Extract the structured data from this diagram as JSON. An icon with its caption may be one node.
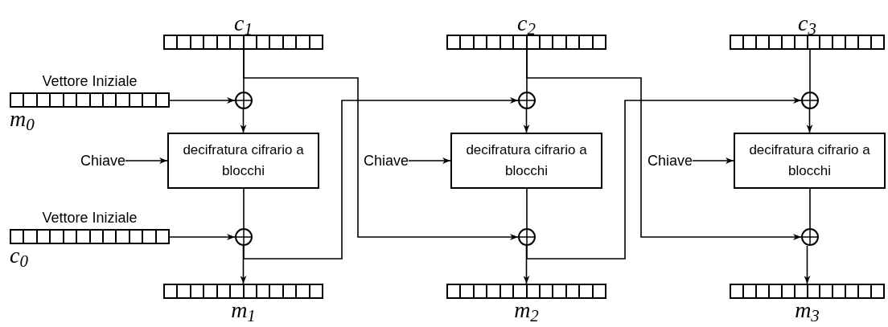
{
  "diagram": {
    "nodes": [
      {
        "text": [
          "c$_{1}$"
        ]
      },
      {
        "text": [
          "Vettore Iniziale",
          "m$_{0}$"
        ]
      },
      {
        "text": [],
        "shape": "circle"
      },
      {
        "text": [
          "Chiave"
        ]
      },
      {
        "text": [
          "decifratura cifrario a blocchi"
        ]
      },
      {
        "text": [
          "Vettore Iniziale",
          "c$_{0}$"
        ]
      },
      {
        "text": [],
        "shape": "circle"
      },
      {
        "text": [
          "m$_{1}$"
        ]
      },
      {
        "text": [
          "c$_{2}$"
        ]
      },
      {
        "text": [],
        "shape": "circle"
      },
      {
        "text": [
          "Chiave"
        ]
      },
      {
        "text": [
          "decifratura cifrario a blocchi"
        ]
      },
      {
        "text": [],
        "shape": "circle"
      },
      {
        "text": [
          "m$_{2}$"
        ]
      },
      {
        "text": [
          "c$_{3}$"
        ]
      },
      {
        "text": [],
        "shape": "circle"
      },
      {
        "text": [
          "Chiave"
        ]
      },
      {
        "text": [
          "decifratura cifrario a blocchi"
        ]
      },
      {
        "text": [],
        "shape": "circle"
      },
      {
        "text": [
          "m$_{3}$"
        ]
      }
    ],
    "edges": [
      {
        "from": 0,
        "to": 2,
        "arrow": "none"
      },
      {
        "from": 0,
        "to": 12,
        "arrow": "to"
      },
      {
        "from": 1,
        "to": 2,
        "arrow": "to"
      },
      {
        "from": 2,
        "to": 4,
        "arrow": "to"
      },
      {
        "from": 3,
        "to": 4,
        "arrow": "to"
      },
      {
        "from": 4,
        "to": 6,
        "arrow": "none"
      },
      {
        "from": 5,
        "to": 6,
        "arrow": "to"
      },
      {
        "from": 6,
        "to": 7,
        "arrow": "to"
      },
      {
        "from": 6,
        "to": 9,
        "arrow": "to"
      },
      {
        "from": 8,
        "to": 9,
        "arrow": "none"
      },
      {
        "from": 8,
        "to": 18,
        "arrow": "to"
      },
      {
        "from": 9,
        "to": 11,
        "arrow": "to"
      },
      {
        "from": 10,
        "to": 11,
        "arrow": "to"
      },
      {
        "from": 11,
        "to": 12,
        "arrow": "none"
      },
      {
        "from": 12,
        "to": 13,
        "arrow": "to"
      },
      {
        "from": 12,
        "to": 15,
        "arrow": "to"
      },
      {
        "from": 14,
        "to": 15,
        "arrow": "none"
      },
      {
        "from": 15,
        "to": 17,
        "arrow": "to"
      },
      {
        "from": 16,
        "to": 17,
        "arrow": "to"
      },
      {
        "from": 17,
        "to": 18,
        "arrow": "none"
      },
      {
        "from": 18,
        "to": 19,
        "arrow": "to"
      }
    ]
  }
}
